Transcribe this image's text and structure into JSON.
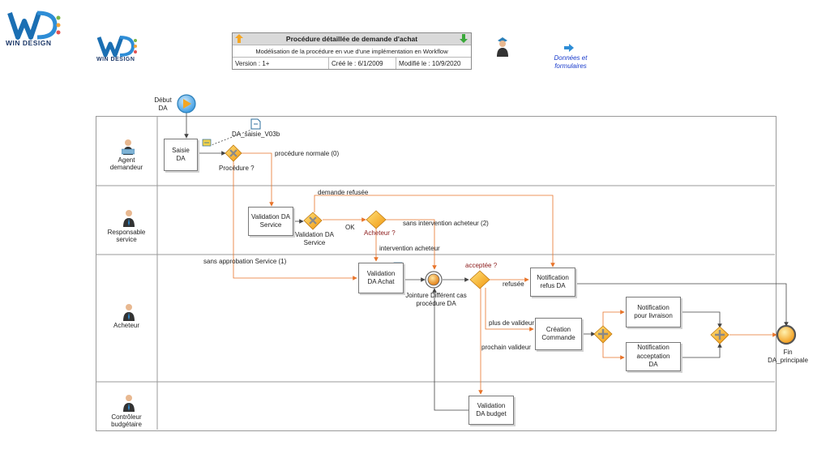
{
  "logos": {
    "brand_text": "WIN DESIGN",
    "brand_mark": "WD"
  },
  "info": {
    "title": "Procédure détaillée de demande d'achat",
    "subtitle": "Modélisation de la procédure en vue d'une implémentation en Workflow",
    "version": "Version : 1+",
    "created": "Créé le : 6/1/2009",
    "modified": "Modifié le : 10/9/2020"
  },
  "top_link": {
    "label": "Données et formulaires",
    "icon": "arrow-right-icon"
  },
  "lanes": [
    {
      "label": "Agent demandeur",
      "icon": "person-icon"
    },
    {
      "label": "Responsable service",
      "icon": "person-icon"
    },
    {
      "label": "Acheteur",
      "icon": "person-icon"
    },
    {
      "label": "Contrôleur budgétaire",
      "icon": "person-icon"
    }
  ],
  "events": {
    "start": "Début DA",
    "end": "Fin DA_principale",
    "join": "Jointure Différent cas procédure DA"
  },
  "tasks": {
    "saisie": "Saisie DA",
    "validation_service": "Validation DA Service",
    "validation_achat": "Validation DA Achat",
    "notification_refus": "Notification refus DA",
    "creation_commande": "Création Commande",
    "notification_livraison": "Notification pour livraison",
    "notification_acceptation": "Notification acceptation DA",
    "validation_budget": "Validation DA budget"
  },
  "gateways": {
    "procedure": "Procédure ?",
    "validation_service": "Validation DA Service",
    "acheteur": "Acheteur ?",
    "acceptee": "acceptée ?"
  },
  "flows": {
    "procedure_normale": "procédure normale (0)",
    "demande_refusee": "demande refusée",
    "ok": "OK",
    "sans_intervention": "sans intervention acheteur (2)",
    "intervention": "intervention acheteur",
    "sans_approbation": "sans approbation Service (1)",
    "refusee": "refusée",
    "plus_de_valideur": "plus de valideur",
    "prochain_valideur": "prochain valideur"
  },
  "data_object": {
    "label": "DA_saisie_V03b"
  },
  "colors": {
    "flow_orange": "#e8742a",
    "flow_gray": "#555555",
    "gateway_fill": "#f7b733",
    "start_fill": "#5bb0f0",
    "end_fill": "#f5a623"
  }
}
